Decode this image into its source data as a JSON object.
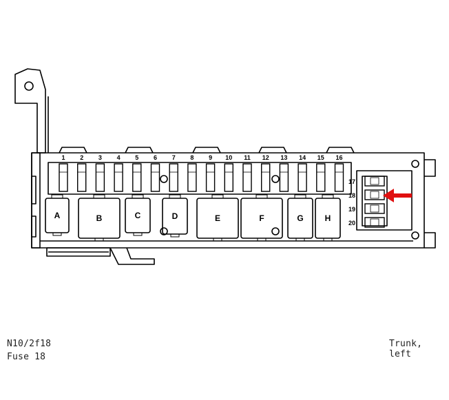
{
  "fuses_top": [
    "1",
    "2",
    "3",
    "4",
    "5",
    "6",
    "7",
    "8",
    "9",
    "10",
    "11",
    "12",
    "13",
    "14",
    "15",
    "16"
  ],
  "fuses_side": [
    "17",
    "18",
    "19",
    "20"
  ],
  "relays": [
    "A",
    "B",
    "C",
    "D",
    "E",
    "F",
    "G",
    "H"
  ],
  "highlighted_fuse": "18",
  "arrow_color": "#e01010",
  "caption": {
    "code": "N10/2f18",
    "fuse": "Fuse 18",
    "location": "Trunk, left"
  }
}
